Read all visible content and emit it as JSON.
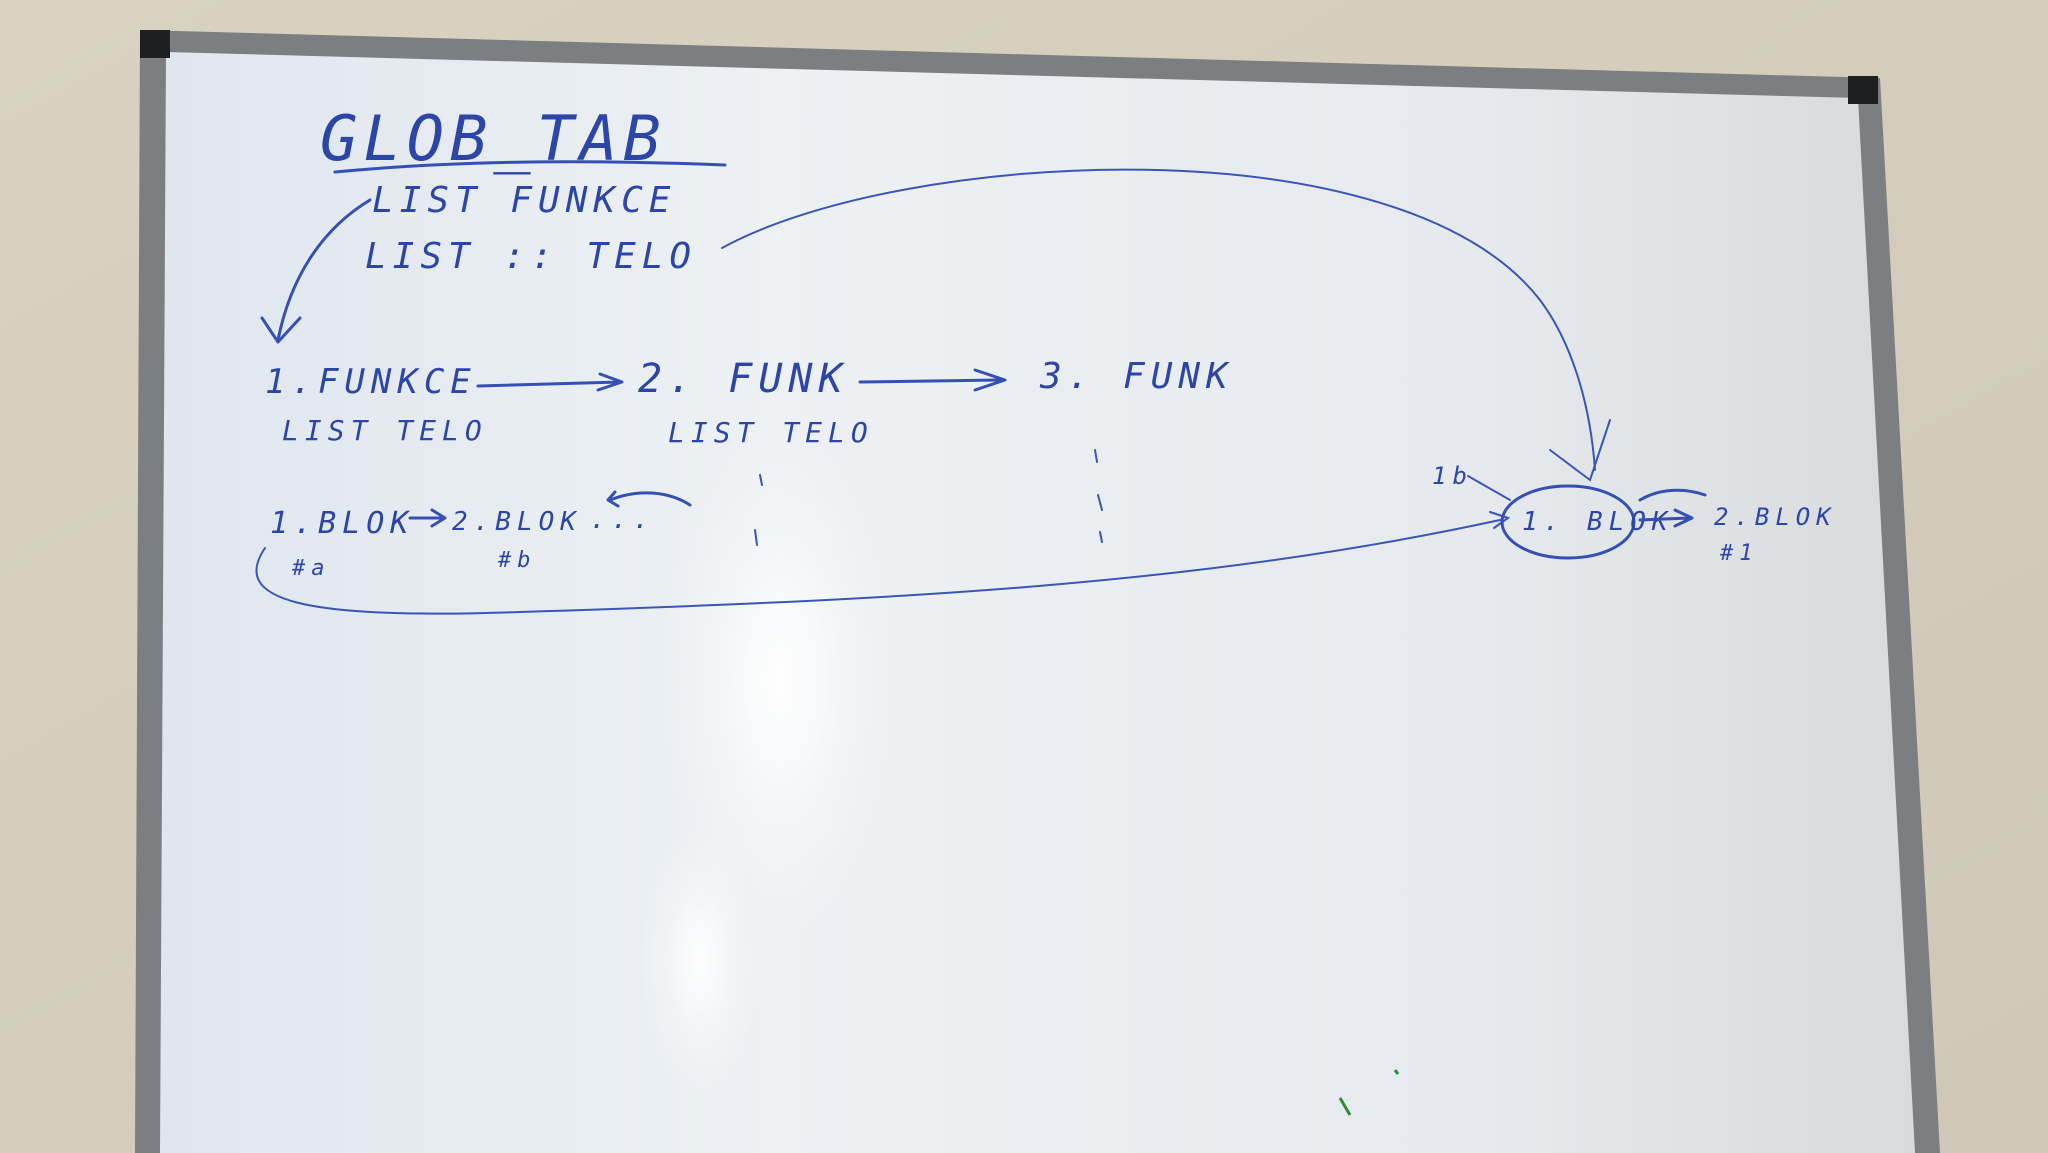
{
  "whiteboard": {
    "title": "GLOB_TAB",
    "header_lines": [
      "LIST FUNKCE",
      "LIST :: TELO"
    ],
    "functions": [
      {
        "label": "1.FUNKCE",
        "sub": "LIST TELO"
      },
      {
        "label": "2. FUNK",
        "sub": "LIST TELO"
      },
      {
        "label": "3. FUNK",
        "sub": ""
      }
    ],
    "blocks_left": {
      "first": "1.BLOK",
      "second": "2.BLOK",
      "ellipsis": "...",
      "note_a": "#a",
      "note_b": "#b"
    },
    "blocks_right": {
      "first": "1. BLOK",
      "second": "2.BLOK",
      "left_mark": "1b",
      "note": "#1"
    }
  },
  "colors": {
    "ink": "#2c45a8",
    "wall": "#d8d2c2",
    "board": "#e9edf0",
    "frame": "#7a7d80"
  }
}
